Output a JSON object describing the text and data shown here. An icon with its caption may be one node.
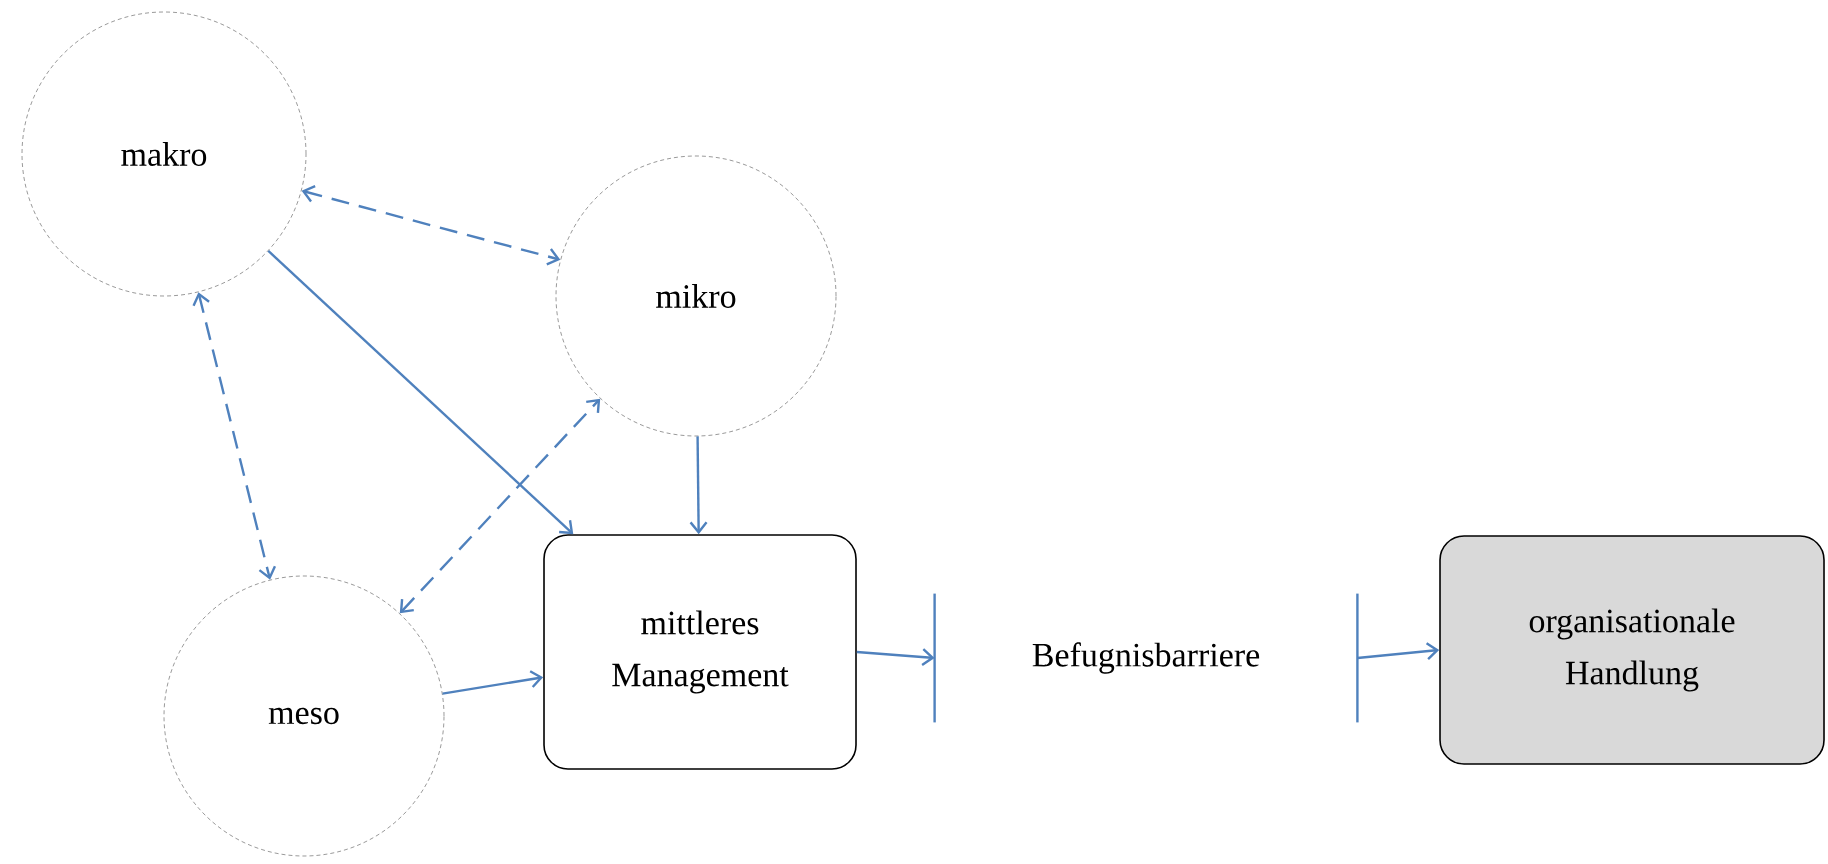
{
  "diagram": {
    "nodes": [
      {
        "text": [
          "makro"
        ]
      },
      {
        "text": [
          "mikro"
        ]
      },
      {
        "text": [
          "meso"
        ]
      },
      {
        "text": [
          "mittleres Management"
        ]
      },
      {
        "text": [
          "Befugnisbarriere"
        ]
      },
      {
        "text": [
          "organisationale Handlung"
        ]
      }
    ],
    "edges": [
      {
        "from": 0,
        "to": 1,
        "arrow": "both",
        "style": "dashed"
      },
      {
        "from": 0,
        "to": 2,
        "arrow": "both",
        "style": "dashed"
      },
      {
        "from": 2,
        "to": 1,
        "arrow": "both",
        "style": "dashed"
      },
      {
        "from": 0,
        "to": 3,
        "arrow": "to"
      },
      {
        "from": 1,
        "to": 3,
        "arrow": "to"
      },
      {
        "from": 2,
        "to": 3,
        "arrow": "to"
      },
      {
        "from": 3,
        "to": 4,
        "arrow": "to"
      },
      {
        "from": 4,
        "to": 5,
        "arrow": "to"
      }
    ]
  }
}
